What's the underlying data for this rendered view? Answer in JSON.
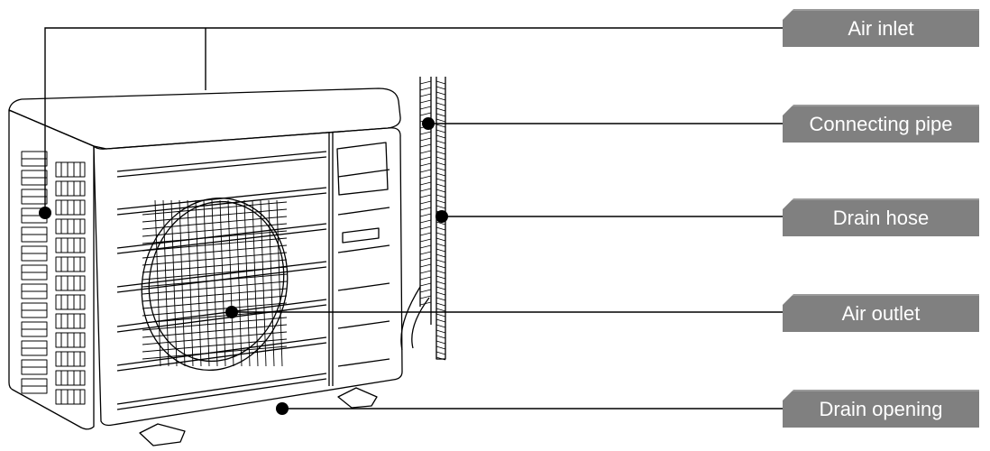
{
  "labels": {
    "air_inlet": "Air inlet",
    "connecting_pipe": "Connecting pipe",
    "drain_hose": "Drain hose",
    "air_outlet": "Air outlet",
    "drain_opening": "Drain opening"
  },
  "colors": {
    "label_bg": "#808080",
    "label_text": "#ffffff",
    "line": "#000000"
  }
}
